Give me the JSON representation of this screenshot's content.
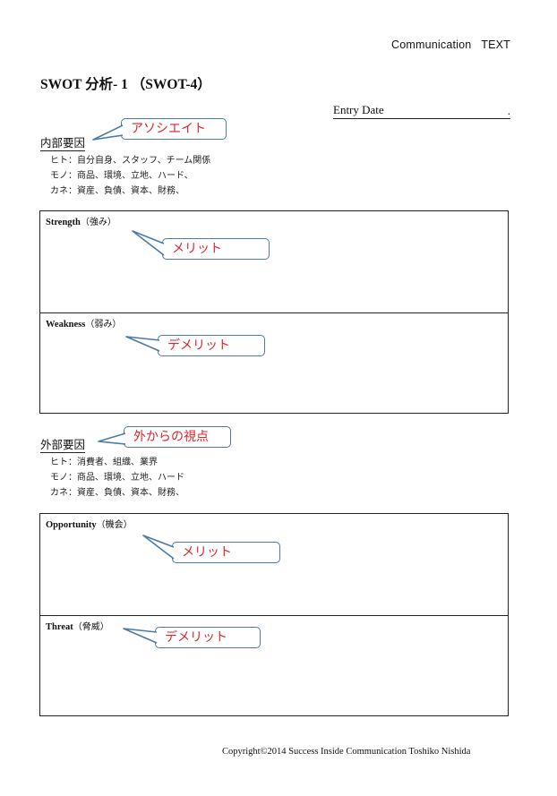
{
  "header": {
    "right_text": "Communication   TEXT"
  },
  "document": {
    "title": "SWOT 分析- 1 （SWOT-4）",
    "entry_date_label": "Entry Date",
    "entry_date_end": "."
  },
  "internal": {
    "heading": "内部要因",
    "callout": "アソシエイト",
    "lines": [
      "ヒト：自分自身、スタッフ、チーム関係",
      "モノ：商品、環境、立地、ハード、",
      "カネ：資産、負債、資本、財務、"
    ],
    "rows": [
      {
        "label_en": "Strength",
        "label_jp": "（強み）",
        "callout": "メリット"
      },
      {
        "label_en": "Weakness",
        "label_jp": "（弱み）",
        "callout": "デメリット"
      }
    ]
  },
  "external": {
    "heading": "外部要因",
    "callout": "外からの視点",
    "lines": [
      "ヒト：消費者、組織、業界",
      "モノ：商品、環境、立地、ハード",
      "カネ：資産、負債、資本、財務、"
    ],
    "rows": [
      {
        "label_en": "Opportunity",
        "label_jp": "（機会）",
        "callout": "メリット"
      },
      {
        "label_en": "Threat",
        "label_jp": "（脅威）",
        "callout": "デメリット"
      }
    ]
  },
  "footer": {
    "copyright": "Copyright©2014 Success Inside Communication Toshiko Nishida"
  },
  "colors": {
    "callout_border": "#4a7aa8",
    "callout_text": "#e0242a"
  }
}
